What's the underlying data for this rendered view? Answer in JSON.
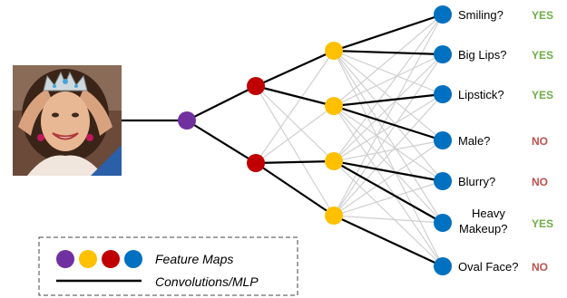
{
  "colors": {
    "input_node": "#7030a0",
    "hidden1_node": "#c00000",
    "hidden2_node": "#ffc000",
    "output_node": "#0070c0",
    "yes": "#70ad47",
    "no": "#c0504d",
    "thin_edge": "#d0d0d0",
    "thick_edge": "#000000"
  },
  "photo": {
    "icon": "face-photo-with-crown"
  },
  "outputs": [
    {
      "label": "Smiling?",
      "answer": "YES"
    },
    {
      "label": "Big Lips?",
      "answer": "YES"
    },
    {
      "label": "Lipstick?",
      "answer": "YES"
    },
    {
      "label": "Male?",
      "answer": "NO"
    },
    {
      "label": "Blurry?",
      "answer": "NO"
    },
    {
      "label": "Heavy Makeup?",
      "label_lines": [
        "Heavy",
        "Makeup?"
      ],
      "answer": "YES"
    },
    {
      "label": "Oval Face?",
      "answer": "NO"
    }
  ],
  "legend": {
    "feature_maps": "Feature Maps",
    "convolutions": "Convolutions/MLP"
  }
}
